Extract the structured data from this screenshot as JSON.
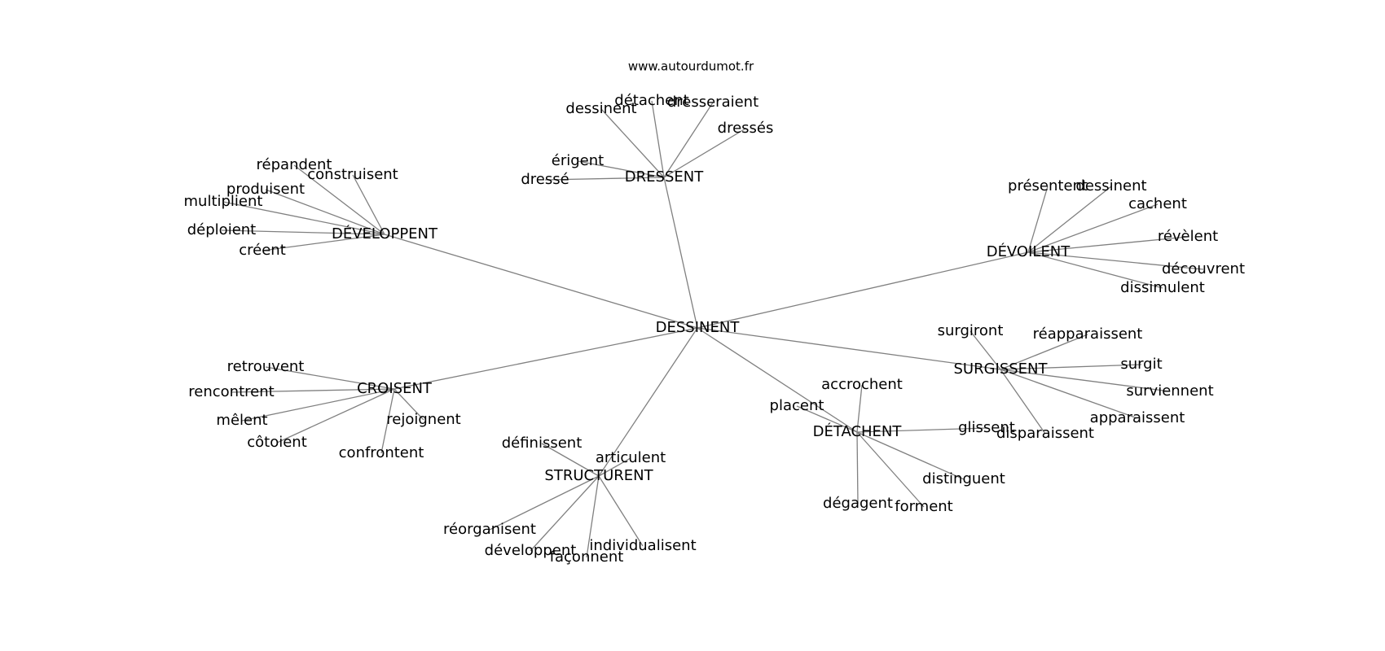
{
  "source": "www.autourdumot.fr",
  "center": "DESSINENT",
  "hubs": [
    {
      "id": "dressent",
      "label": "DRESSENT",
      "leaves": [
        "dessinent",
        "détachent",
        "dresseraient",
        "dressés",
        "érigent",
        "dressé"
      ]
    },
    {
      "id": "developpent",
      "label": "DÉVELOPPENT",
      "leaves": [
        "répandent",
        "construisent",
        "produisent",
        "multiplient",
        "déploient",
        "créent"
      ]
    },
    {
      "id": "devoilent",
      "label": "DÉVOILENT",
      "leaves": [
        "présentent",
        "dessinent",
        "cachent",
        "révèlent",
        "découvrent",
        "dissimulent"
      ]
    },
    {
      "id": "surgissent",
      "label": "SURGISSENT",
      "leaves": [
        "surgiront",
        "réapparaissent",
        "surgit",
        "surviennent",
        "apparaissent",
        "disparaissent"
      ]
    },
    {
      "id": "croisent",
      "label": "CROISENT",
      "leaves": [
        "retrouvent",
        "rencontrent",
        "mêlent",
        "côtoient",
        "rejoignent",
        "confrontent"
      ]
    },
    {
      "id": "detachent",
      "label": "DÉTACHENT",
      "leaves": [
        "accrochent",
        "placent",
        "glissent",
        "distinguent",
        "dégagent",
        "forment"
      ]
    },
    {
      "id": "structurent",
      "label": "STRUCTURENT",
      "leaves": [
        "définissent",
        "articulent",
        "réorganisent",
        "développent",
        "façonnent",
        "individualisent"
      ]
    }
  ]
}
